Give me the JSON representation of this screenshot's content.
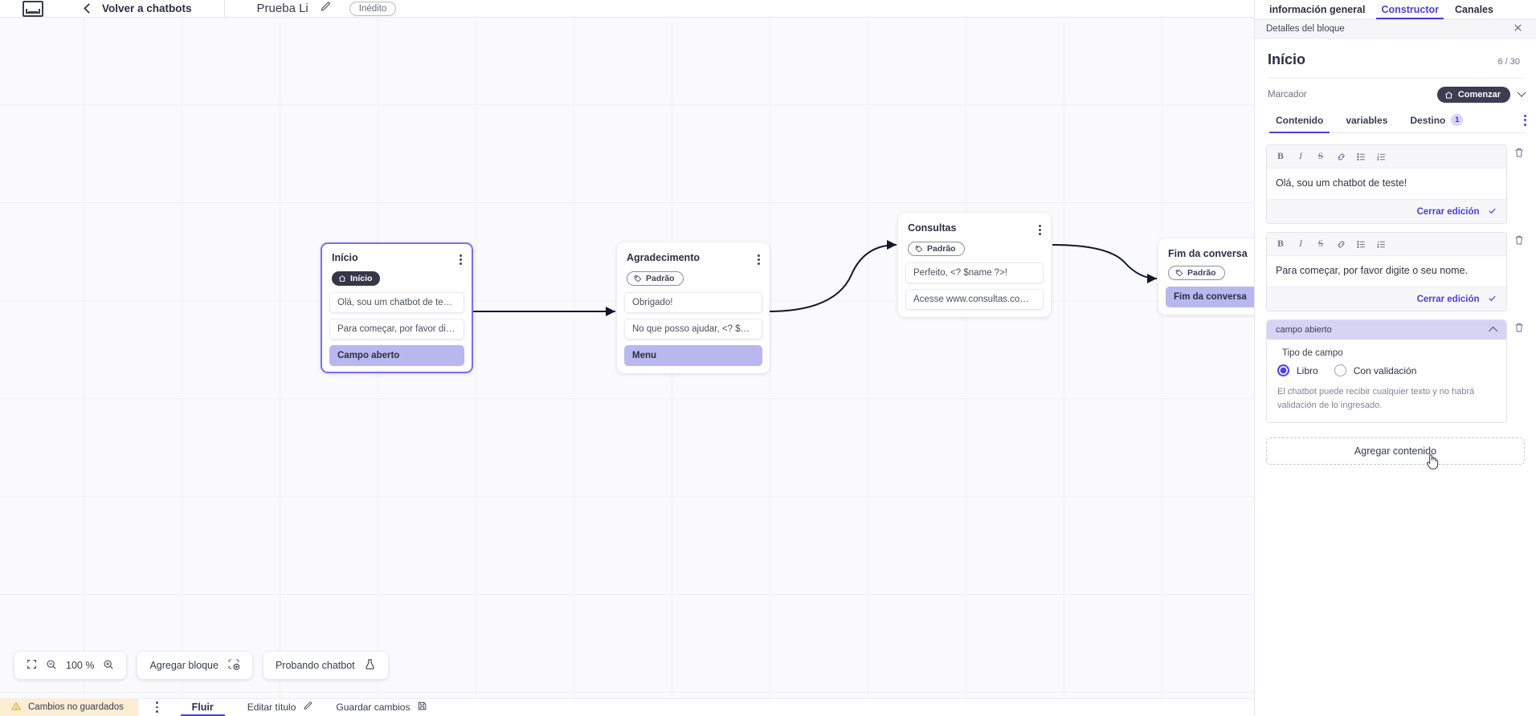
{
  "topbar": {
    "logo": "brand-logo",
    "back_label": "Volver a chatbots",
    "bot_name": "Prueba Li",
    "edit_icon": "pencil-icon",
    "status_badge": "Inédito"
  },
  "canvas": {
    "zoom_level": "100 %",
    "fit_icon": "fit-screen-icon",
    "zoom_out_icon": "zoom-out-icon",
    "zoom_in_icon": "zoom-in-icon",
    "add_block_label": "Agregar bloque",
    "add_block_icon": "add-block-icon",
    "test_label": "Probando chatbot",
    "test_icon": "flask-icon",
    "nodes": [
      {
        "title": "Início",
        "tag": "Início",
        "tag_style": "dark",
        "tag_icon": "home-icon",
        "selected": true,
        "rows": [
          {
            "text": "Olá, sou um chatbot de teste!",
            "accent": false
          },
          {
            "text": "Para começar, por favor digite o ...",
            "accent": false
          },
          {
            "text": "Campo aberto",
            "accent": true
          }
        ]
      },
      {
        "title": "Agradecimento",
        "tag": "Padrão",
        "tag_style": "light",
        "tag_icon": "tag-icon",
        "selected": false,
        "rows": [
          {
            "text": "Obrigado!",
            "accent": false
          },
          {
            "text": "No que posso ajudar, <? $name ...",
            "accent": false
          },
          {
            "text": "Menu",
            "accent": true
          }
        ]
      },
      {
        "title": "Consultas",
        "tag": "Padrão",
        "tag_style": "light",
        "tag_icon": "tag-icon",
        "selected": false,
        "rows": [
          {
            "text": "Perfeito, <? $name ?>!",
            "accent": false
          },
          {
            "text": "Acesse www.consultas.com par...",
            "accent": false
          }
        ]
      },
      {
        "title": "Fim da conversa",
        "tag": "Padrão",
        "tag_style": "light",
        "tag_icon": "tag-icon",
        "selected": false,
        "rows": [
          {
            "text": "Fim da conversa",
            "accent": true
          }
        ]
      }
    ]
  },
  "statusbar": {
    "unsaved_label": "Cambios no guardados",
    "warning_icon": "warning-icon",
    "kebab_icon": "kebab-icon",
    "flow_tab": "Fluir",
    "edit_title_label": "Editar título",
    "edit_title_icon": "pencil-icon",
    "save_label": "Guardar cambios",
    "save_icon": "save-icon"
  },
  "panel": {
    "tabs": [
      {
        "label": "información general",
        "active": false
      },
      {
        "label": "Constructor",
        "active": true
      },
      {
        "label": "Canales",
        "active": false
      }
    ],
    "subbar_title": "Detalles del bloque",
    "close_icon": "close-icon",
    "block_title": "Início",
    "block_count": "6 / 30",
    "marker_label": "Marcador",
    "marker_chip": "Comenzar",
    "marker_chip_icon": "home-icon",
    "marker_chevron_icon": "chevron-down-icon",
    "content_tabs": [
      {
        "label": "Contenido",
        "active": true,
        "badge": null
      },
      {
        "label": "variables",
        "active": false,
        "badge": null
      },
      {
        "label": "Destino",
        "active": false,
        "badge": "1"
      }
    ],
    "overflow_icon": "kebab-icon",
    "toolbar_buttons": [
      {
        "icon": "bold-icon",
        "glyph": "B"
      },
      {
        "icon": "italic-icon",
        "glyph": "I"
      },
      {
        "icon": "strikethrough-icon",
        "glyph": "S"
      },
      {
        "icon": "link-icon",
        "glyph": "⊘"
      },
      {
        "icon": "bullet-list-icon",
        "glyph": "☰"
      },
      {
        "icon": "numbered-list-icon",
        "glyph": "≣"
      }
    ],
    "editors": [
      {
        "text": "Olá, sou um chatbot de teste!",
        "close_label": "Cerrar edición",
        "check_icon": "check-icon",
        "delete_icon": "trash-icon"
      },
      {
        "text": "Para começar, por favor digite o seu nome.",
        "close_label": "Cerrar edición",
        "check_icon": "check-icon",
        "delete_icon": "trash-icon"
      }
    ],
    "field_block": {
      "header": "campo abierto",
      "collapse_icon": "chevron-up-icon",
      "delete_icon": "trash-icon",
      "type_label": "Tipo de campo",
      "options": [
        {
          "label": "Libro",
          "selected": true
        },
        {
          "label": "Con validación",
          "selected": false
        }
      ],
      "note": "El chatbot puede recibir cualquier texto y no habrá validación de lo ingresado."
    },
    "add_content_label": "Agregar contenido",
    "cursor_icon": "pointer-hand-cursor"
  },
  "colors": {
    "accent": "#4a3fd6",
    "node_accent": "#b9b8ee",
    "radio": "#4e40ee",
    "warning_bg": "#fdedd3",
    "dark_chip": "#3c3c52"
  }
}
